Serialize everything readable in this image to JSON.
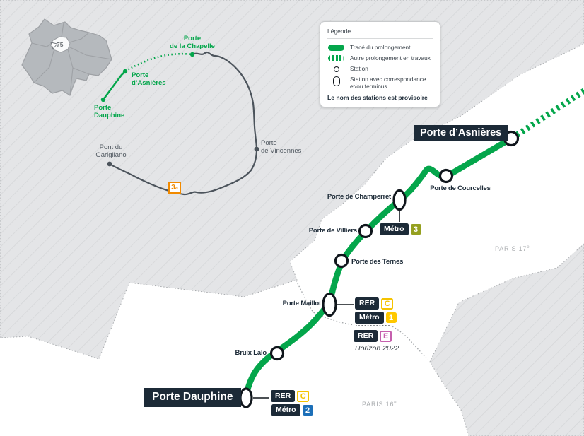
{
  "legend": {
    "title": "Légende",
    "items": [
      {
        "icon": "solid-line-icon",
        "label": "Tracé du prolongement"
      },
      {
        "icon": "dashed-line-icon",
        "label": "Autre prolongement en travaux"
      },
      {
        "icon": "station-icon",
        "label": "Station"
      },
      {
        "icon": "interchange-icon",
        "label": "Station avec correspondance et/ou terminus"
      }
    ],
    "note": "Le nom des stations est provisoire"
  },
  "inset": {
    "marker": "75",
    "tram_badge": {
      "number": "3",
      "suffix": "a"
    },
    "labels": {
      "chapelle": {
        "line1": "Porte",
        "line2": "de la Chapelle"
      },
      "asnieres": {
        "line1": "Porte",
        "line2": "d’Asnières"
      },
      "dauphine": {
        "line1": "Porte",
        "line2": "Dauphine"
      },
      "garigliano": {
        "line1": "Pont du",
        "line2": "Garigliano"
      },
      "vincennes": {
        "line1": "Porte",
        "line2": "de Vincennes"
      }
    }
  },
  "map": {
    "terminus": {
      "asnieres": "Porte d’Asnières",
      "dauphine": "Porte Dauphine"
    },
    "station_labels": {
      "courcelles": "Porte de Courcelles",
      "champerret": "Porte de Champerret",
      "villiers": "Porte de Villiers",
      "ternes": "Porte des Ternes",
      "maillot": "Porte Maillot",
      "bruix": "Bruix Lalo"
    },
    "connections": {
      "maillot_rer": {
        "system": "RER",
        "line": "C"
      },
      "maillot_metro": {
        "system": "Métro",
        "line": "1"
      },
      "maillot_future": {
        "system": "RER",
        "line": "E",
        "note": "Horizon 2022"
      },
      "dauphine_rer": {
        "system": "RER",
        "line": "C"
      },
      "dauphine_metro": {
        "system": "Métro",
        "line": "2"
      },
      "champerret_metro": {
        "system": "Métro",
        "line": "3"
      }
    },
    "districts": {
      "d17": {
        "name": "PARIS 17",
        "sup": "e"
      },
      "d16": {
        "name": "PARIS 16",
        "sup": "e"
      }
    }
  },
  "colors": {
    "extension_green": "#04A64B",
    "dark_navy": "#1C2A37",
    "metro_1": "#FFC800",
    "metro_2": "#1C6FB8",
    "metro_3": "#95A020",
    "rer_c": "#F5C300",
    "rer_e": "#C55FAD",
    "tram_3a": "#F18A00",
    "hatch_background": "#E4E5E7",
    "hatch_stripe": "#D5D7D9"
  }
}
